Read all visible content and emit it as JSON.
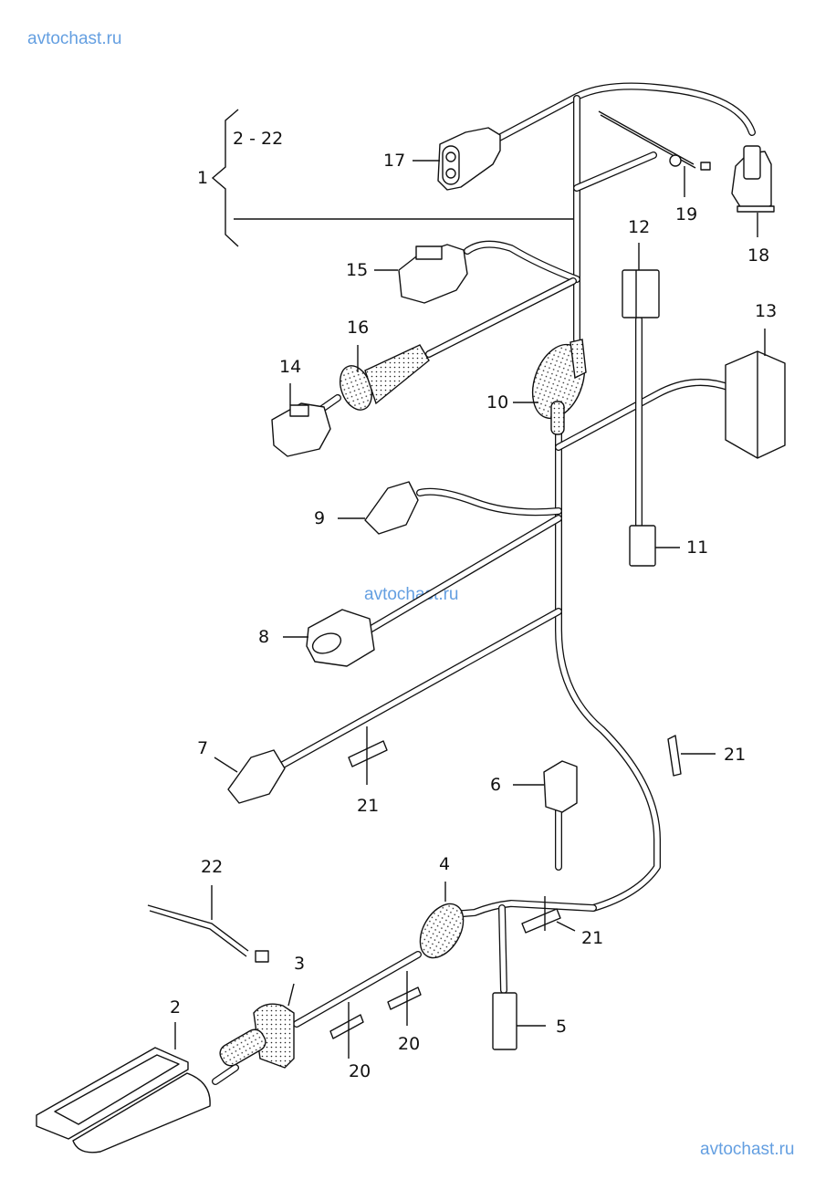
{
  "watermarks": {
    "top": "avtochast.ru",
    "middle": "avtochast.ru",
    "bottom": "avtochast.ru"
  },
  "assembly": {
    "item": "1",
    "range": "2 - 22"
  },
  "callouts": {
    "c2": "2",
    "c3": "3",
    "c4": "4",
    "c5": "5",
    "c6": "6",
    "c7": "7",
    "c8": "8",
    "c9": "9",
    "c10": "10",
    "c11": "11",
    "c12": "12",
    "c13": "13",
    "c14": "14",
    "c15": "15",
    "c16": "16",
    "c17": "17",
    "c18": "18",
    "c19": "19",
    "c20a": "20",
    "c20b": "20",
    "c21a": "21",
    "c21b": "21",
    "c21c": "21",
    "c22": "22"
  }
}
